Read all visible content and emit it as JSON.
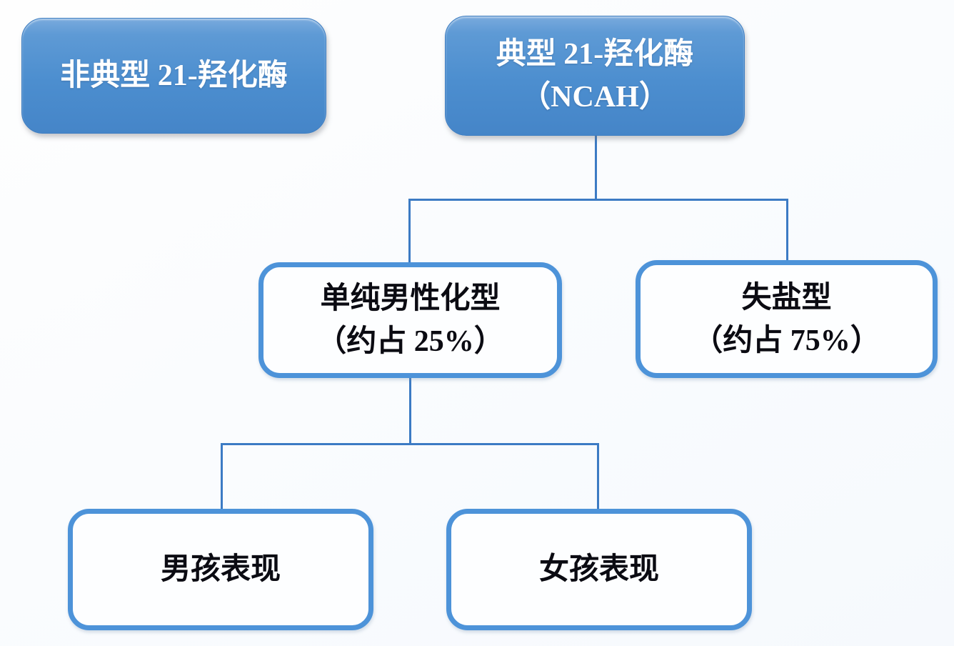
{
  "diagram": {
    "nodes": {
      "atypical": {
        "label": "非典型 21-羟化酶"
      },
      "classic": {
        "line1": "典型 21-羟化酶",
        "line2": "（NCAH）"
      },
      "simple_virilizing": {
        "line1": "单纯男性化型",
        "line2": "（约占 25%）"
      },
      "salt_wasting": {
        "line1": "失盐型",
        "line2": "（约占 75%）"
      },
      "boy": {
        "label": "男孩表现"
      },
      "girl": {
        "label": "女孩表现"
      }
    },
    "colors": {
      "filled_node_top": "#79aadd",
      "filled_node_bottom": "#4585c8",
      "outline_border": "#4d93d9",
      "connector": "#3c7bc4",
      "filled_text": "#ffffff",
      "outline_text": "#0b0b12"
    }
  }
}
